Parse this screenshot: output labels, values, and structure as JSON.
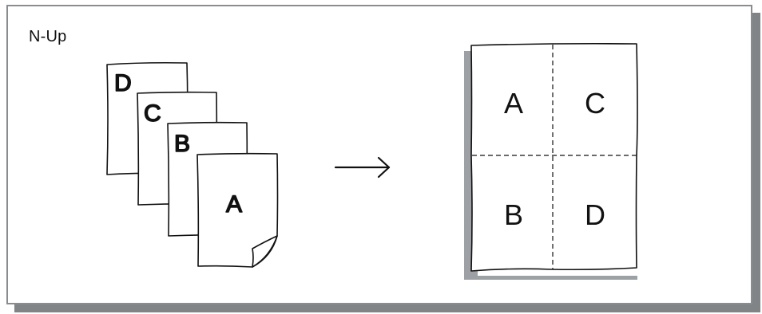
{
  "title": "N-Up",
  "input_sheets": [
    {
      "letter": "D"
    },
    {
      "letter": "C"
    },
    {
      "letter": "B"
    },
    {
      "letter": "A"
    }
  ],
  "output_sheet": {
    "cells": [
      "A",
      "C",
      "B",
      "D"
    ]
  },
  "colors": {
    "frame_border": "#8a8d90",
    "frame_shadow": "#808487",
    "sheet_shadow": "#9da1a5",
    "ink": "#111111"
  }
}
